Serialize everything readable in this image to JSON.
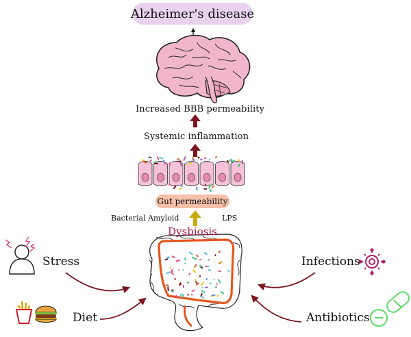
{
  "title": "Alzheimer's disease",
  "steps": {
    "bbb": "Increased BBB permeability",
    "inflammation": "Systemic inflammation",
    "gut": "Gut permeability"
  },
  "gut_labels": {
    "left": "Bacterial Amyloid",
    "right": "LPS"
  },
  "center": "Dysbiosis",
  "factors": {
    "stress": "Stress",
    "diet": "Diet",
    "infections": "Infections",
    "antibiotics": "Antibiotics"
  },
  "colors": {
    "title_pill": "#e8d2ee",
    "gut_pill": "#f5bfa8",
    "dysbiosis_text": "#b2184a",
    "dark_arrow": "#7a1520",
    "yellow_arrow": "#c9ac10",
    "colon": "#e4561e",
    "brain": "#f1b6cc",
    "cells": "#f7c1d8"
  },
  "icons": [
    "up-arrow-icon",
    "brain-icon",
    "epithelial-cells-icon",
    "colon-icon",
    "person-icon",
    "stress-lightning-icon",
    "fries-icon",
    "burger-icon",
    "virus-icon",
    "pill-icon"
  ]
}
